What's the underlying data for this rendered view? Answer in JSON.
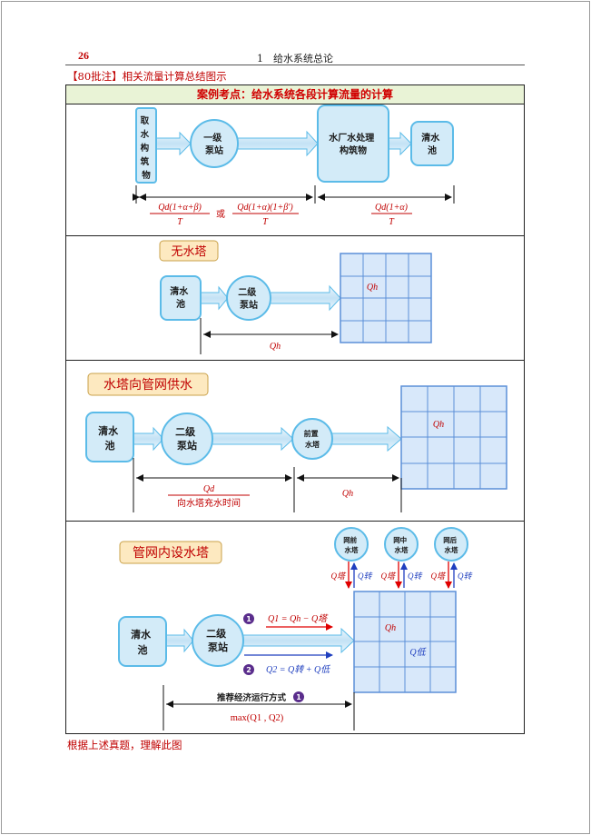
{
  "header": {
    "page_number": "26",
    "chapter": "1　给水系统总论"
  },
  "heading": "【80批注】相关流量计算总结图示",
  "table_title": "案例考点：给水系统各段计算流量的计算",
  "footer": "根据上述真题，理解此图",
  "colors": {
    "title_bg": "#e9f3d6",
    "red": "#c00000",
    "blue": "#1f3fbf",
    "node_fill": "#d3ebf8",
    "node_stroke": "#5bbbe8",
    "callout_bg": "#fde9c0"
  },
  "panel1": {
    "node_intake": [
      "取",
      "水",
      "构",
      "筑",
      "物"
    ],
    "node_pump1": [
      "一级",
      "泵站"
    ],
    "node_plant": [
      "水厂水处理",
      "构筑物"
    ],
    "node_tank": [
      "清水",
      "池"
    ],
    "f1_num": "Qd(1+α+β)",
    "f1_den": "T",
    "or_text": "或",
    "f2_num": "Qd(1+α)(1+β′)",
    "f2_den": "T",
    "f3_num": "Qd(1+α)",
    "f3_den": "T"
  },
  "panel2": {
    "label": "无水塔",
    "node_tank": [
      "清水",
      "池"
    ],
    "node_pump2": [
      "二级",
      "泵站"
    ],
    "grid_label": "Qh",
    "dim_label": "Qh"
  },
  "panel3": {
    "label": "水塔向管网供水",
    "node_tank": [
      "清水",
      "池"
    ],
    "node_pump2": [
      "二级",
      "泵站"
    ],
    "node_tower": [
      "前置",
      "水塔"
    ],
    "grid_label": "Qh",
    "dim1_num": "Qd",
    "dim1_den": "向水塔充水时间",
    "dim2_label": "Qh"
  },
  "panel4": {
    "label": "管网内设水塔",
    "node_tank": [
      "清水",
      "池"
    ],
    "node_pump2": [
      "二级",
      "泵站"
    ],
    "tower_front": [
      "网前",
      "水塔"
    ],
    "tower_mid": [
      "网中",
      "水塔"
    ],
    "tower_end": [
      "网后",
      "水塔"
    ],
    "q_down": "Q塔",
    "q_up": "Q转",
    "grid_label": "Qh",
    "grid_label2": "Q低",
    "badge1": "1",
    "badge2": "2",
    "eq1": "Q1 = Qh − Q塔",
    "eq2": "Q2 = Q转 + Q低",
    "recommend": "推荐经济运行方式",
    "max_expr": "max(Q1 , Q2)"
  }
}
